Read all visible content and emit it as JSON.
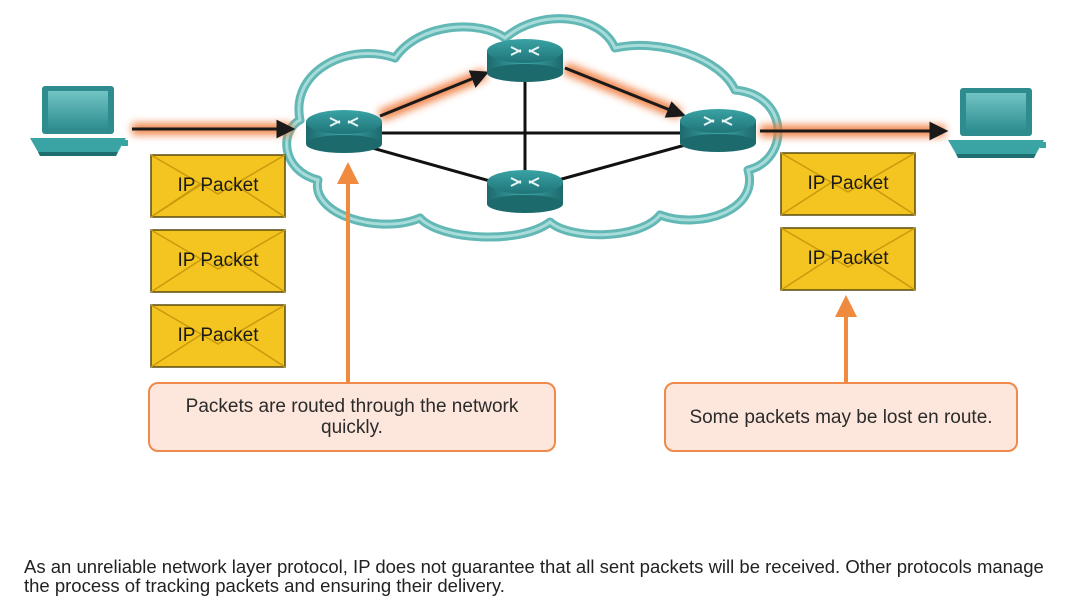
{
  "packets": {
    "left": [
      "IP Packet",
      "IP Packet",
      "IP Packet"
    ],
    "right": [
      "IP Packet",
      "IP Packet"
    ]
  },
  "callouts": {
    "left": "Packets are routed through the network quickly.",
    "right": "Some packets may be lost en route."
  },
  "caption": "As an unreliable network layer protocol, IP does not guarantee that all sent packets will be received. Other protocols manage the process of tracking packets and ensuring their delivery.",
  "colors": {
    "cloud": "#5fb8b8",
    "router": "#2e8c8f",
    "computer": "#3aa3a3",
    "path": "#e8501c",
    "callout_border": "#ef8a4c",
    "callout_fill": "#fde6db",
    "packet": "#f3c51f"
  }
}
